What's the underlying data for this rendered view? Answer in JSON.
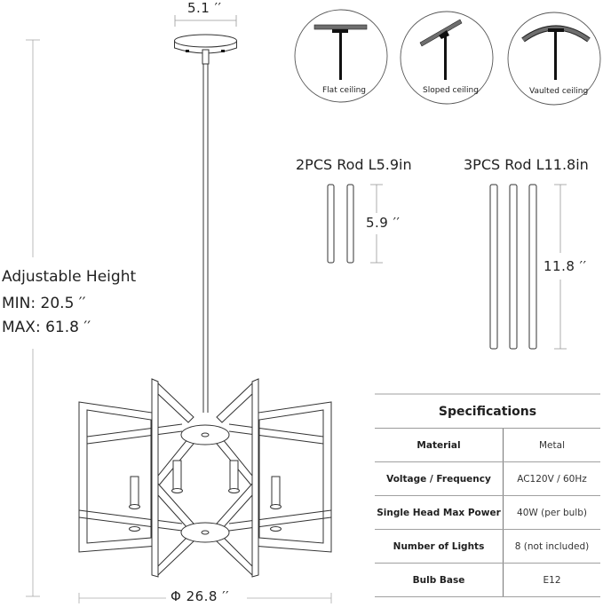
{
  "dimensions": {
    "canopy_width": "5.1 ′′",
    "diameter": "Φ 26.8 ′′",
    "rod_short_length": "5.9 ′′",
    "rod_long_length": "11.8 ′′"
  },
  "adjustable_height": {
    "title": "Adjustable Height",
    "min_label": "MIN:  20.5 ′′",
    "max_label": "MAX: 61.8 ′′"
  },
  "ceiling_types": [
    {
      "label": "Flat ceiling",
      "icon": "flat-ceiling-icon"
    },
    {
      "label": "Sloped ceiling",
      "icon": "sloped-ceiling-icon"
    },
    {
      "label": "Vaulted ceiling",
      "icon": "vaulted-ceiling-icon"
    }
  ],
  "rods": {
    "short_title": "2PCS Rod L5.9in",
    "long_title": "3PCS Rod L11.8in"
  },
  "specifications": {
    "title": "Specifications",
    "rows": [
      {
        "key": "Material",
        "value": "Metal"
      },
      {
        "key": "Voltage / Frequency",
        "value": "AC120V / 60Hz"
      },
      {
        "key": "Single Head Max Power",
        "value": "40W (per bulb)"
      },
      {
        "key": "Number of Lights",
        "value": "8 (not included)"
      },
      {
        "key": "Bulb Base",
        "value": "E12"
      }
    ]
  }
}
